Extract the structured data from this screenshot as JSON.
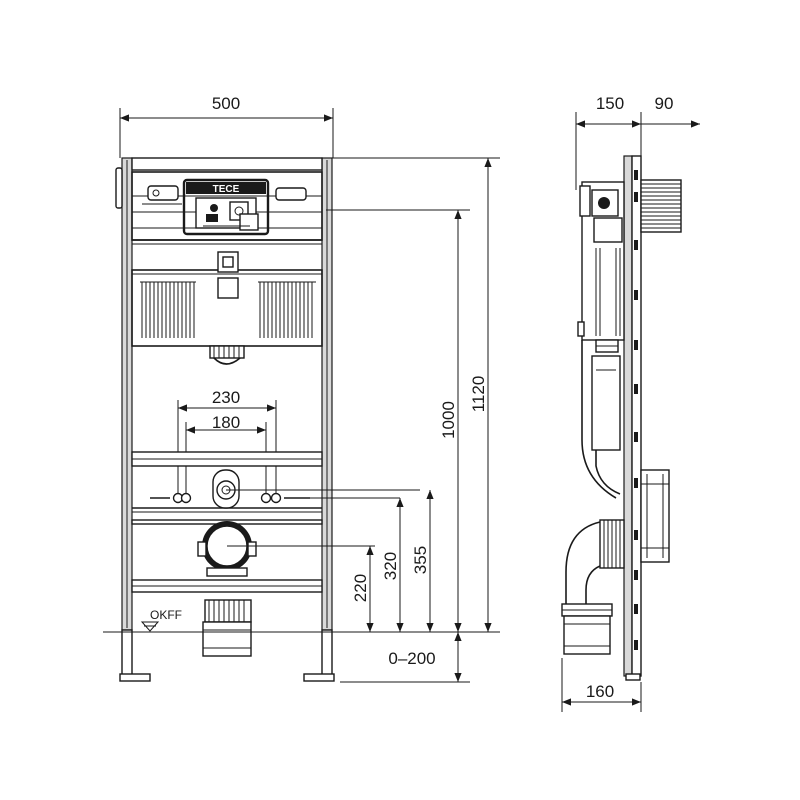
{
  "front_view": {
    "brand_label": "TECE",
    "width_label": "500",
    "spacing_outer_label": "230",
    "spacing_inner_label": "180",
    "height_1000_label": "1000",
    "height_1120_label": "1120",
    "height_355_label": "355",
    "height_320_label": "320",
    "height_220_label": "220",
    "adjust_label": "0–200",
    "floor_label": "OKFF"
  },
  "side_view": {
    "depth_150_label": "150",
    "depth_90_label": "90",
    "depth_160_label": "160"
  },
  "colors": {
    "line": "#1a1a1a",
    "fill_grey": "#d9d9d9",
    "background": "#ffffff"
  }
}
